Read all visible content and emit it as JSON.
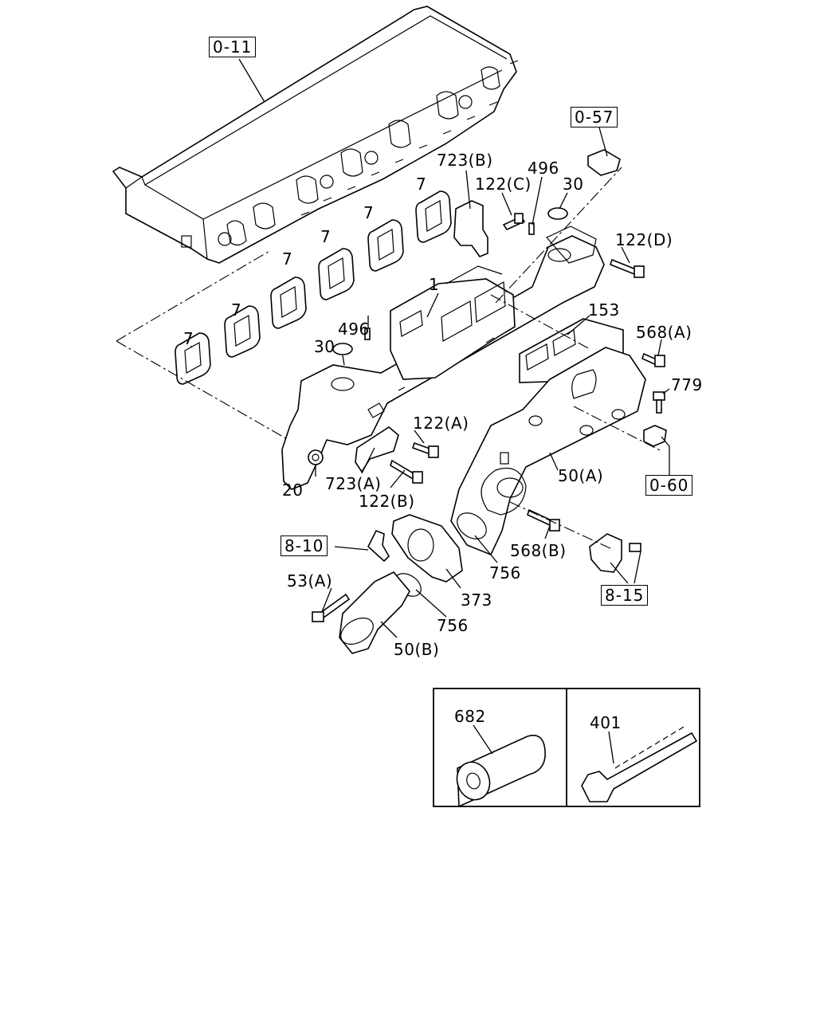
{
  "refs": {
    "r0_11": "0-11",
    "r0_57": "0-57",
    "r0_60": "0-60",
    "r8_10": "8-10",
    "r8_15": "8-15"
  },
  "labels": {
    "p1": "1",
    "p7a": "7",
    "p7b": "7",
    "p7c": "7",
    "p7d": "7",
    "p7e": "7",
    "p7f": "7",
    "p20": "20",
    "p30a": "30",
    "p30b": "30",
    "p496a": "496",
    "p496b": "496",
    "p122a": "122(A)",
    "p122b": "122(B)",
    "p122c": "122(C)",
    "p122d": "122(D)",
    "p153": "153",
    "p568a": "568(A)",
    "p568b": "568(B)",
    "p779": "779",
    "p50a": "50(A)",
    "p50b": "50(B)",
    "p723a": "723(A)",
    "p723b": "723(B)",
    "p53a": "53(A)",
    "p373": "373",
    "p756a": "756",
    "p756b": "756",
    "p682": "682",
    "p401": "401"
  }
}
